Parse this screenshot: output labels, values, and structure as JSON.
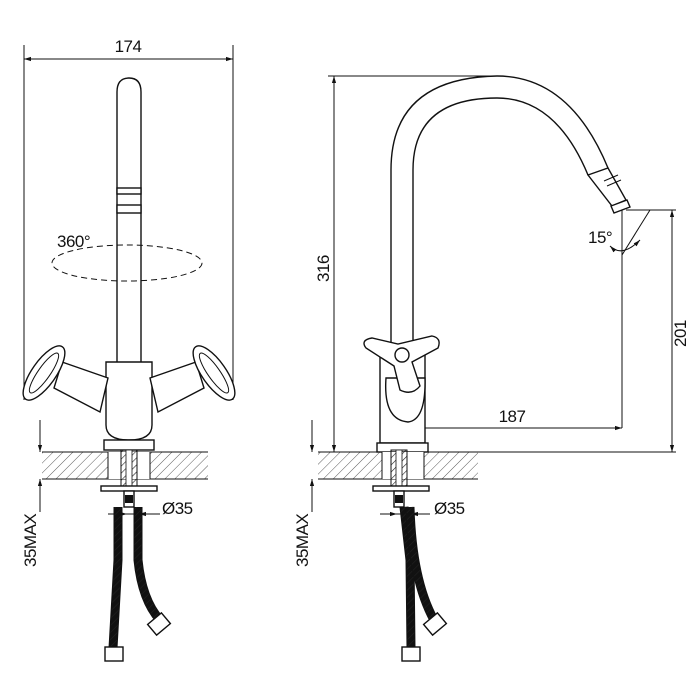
{
  "dimensions": {
    "front_width": "174",
    "rotation_angle": "360°",
    "front_hole_diameter": "Ø35",
    "front_countertop_max": "35MAX",
    "side_height": "316",
    "aerator_tilt": "15°",
    "spout_height": "201",
    "spout_reach": "187",
    "side_hole_diameter": "Ø35",
    "side_countertop_max": "35MAX"
  },
  "colors": {
    "line": "#111111",
    "background": "#ffffff"
  }
}
